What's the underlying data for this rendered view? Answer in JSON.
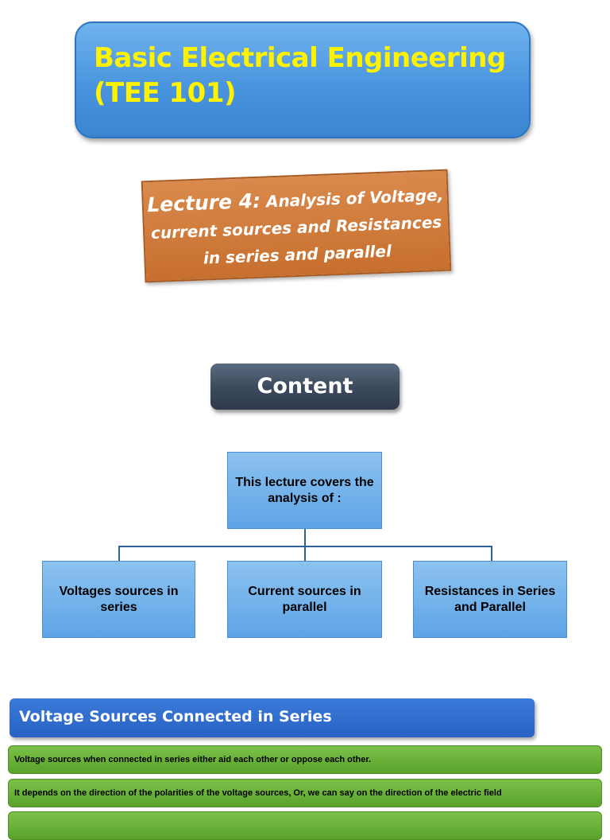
{
  "title": {
    "text": "Basic Electrical Engineering\n(TEE 101)"
  },
  "lecture": {
    "lead": "Lecture 4:",
    "line1_rest": " Analysis of Voltage,",
    "line2": "current sources and Resistances",
    "line3": "in series and parallel"
  },
  "content": {
    "label": "Content"
  },
  "org": {
    "root": "This lecture covers the analysis of :",
    "children": [
      "Voltages sources in series",
      "Current sources in parallel",
      "Resistances in Series and Parallel"
    ]
  },
  "section": {
    "header": "Voltage Sources Connected in Series",
    "bullets": [
      "Voltage sources when connected in series either aid each other or oppose each other.",
      "It depends on the direction of the polarities of the voltage sources, Or, we can say on the direction of the electric field"
    ]
  }
}
